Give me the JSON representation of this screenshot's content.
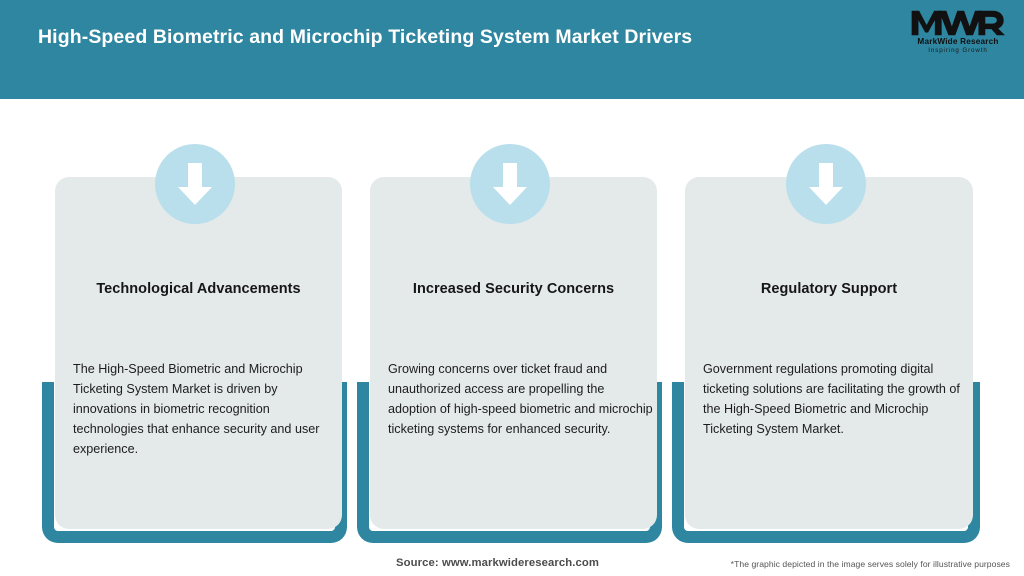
{
  "header": {
    "title": "High-Speed Biometric and Microchip Ticketing System Market Drivers",
    "background_color": "#2e86a0",
    "title_color": "#ffffff"
  },
  "logo": {
    "mark": "MWR",
    "name": "MarkWide Research",
    "tagline": "Inspiring Growth"
  },
  "theme": {
    "accent_teal": "#2e86a0",
    "card_background": "#e4e9ea",
    "badge_blue": "#b8dfeb",
    "arrow_color": "#ffffff",
    "page_background": "#ffffff"
  },
  "cards": [
    {
      "icon": "down-arrow-icon",
      "title": "Technological Advancements",
      "body": "The High-Speed Biometric and Microchip Ticketing System Market is driven by innovations in biometric recognition technologies that enhance security and user experience."
    },
    {
      "icon": "down-arrow-icon",
      "title": "Increased Security Concerns",
      "body": "Growing concerns over ticket fraud and unauthorized access are propelling the adoption of high-speed biometric and microchip ticketing systems for enhanced security."
    },
    {
      "icon": "down-arrow-icon",
      "title": "Regulatory Support",
      "body": "Government regulations promoting digital ticketing solutions are facilitating the growth of the High-Speed Biometric and Microchip Ticketing System Market."
    }
  ],
  "footer": {
    "source": "Source: www.markwideresearch.com",
    "disclaimer": "*The graphic depicted in the image serves solely for illustrative purposes"
  }
}
